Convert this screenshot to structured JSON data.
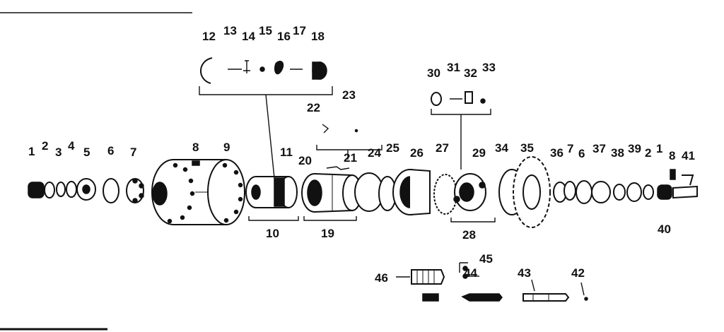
{
  "diagram": {
    "callouts": [
      "1",
      "2",
      "3",
      "4",
      "5",
      "6",
      "7",
      "8",
      "9",
      "10",
      "11",
      "12",
      "13",
      "14",
      "15",
      "16",
      "17",
      "18",
      "19",
      "20",
      "21",
      "22",
      "23",
      "24",
      "25",
      "26",
      "27",
      "28",
      "29",
      "30",
      "31",
      "32",
      "33",
      "34",
      "35",
      "36",
      "7",
      "6",
      "37",
      "38",
      "39",
      "2",
      "1",
      "8",
      "41",
      "40",
      "45",
      "44",
      "46",
      "43",
      "42"
    ]
  }
}
